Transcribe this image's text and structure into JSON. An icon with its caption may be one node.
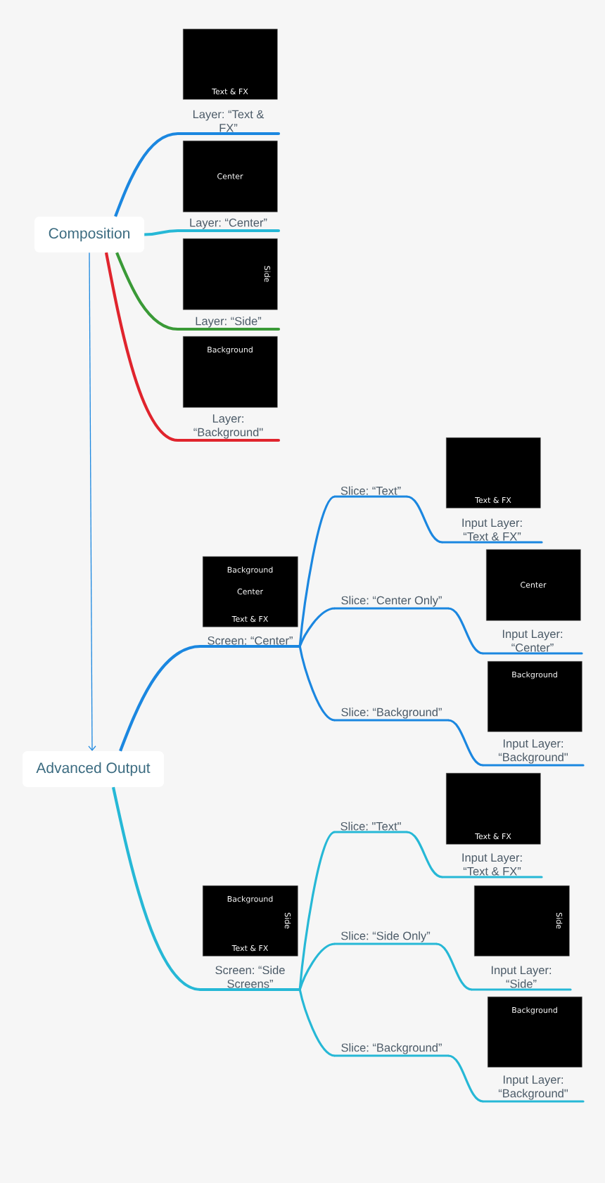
{
  "diagram": {
    "nodes": [
      {
        "text": [
          "Composition"
        ]
      },
      {
        "text": [
          "Text & FX"
        ]
      },
      {
        "text": [
          "Layer: “Text & FX”"
        ]
      },
      {
        "text": [
          "Center"
        ]
      },
      {
        "text": [
          "Layer: “Center”"
        ]
      },
      {
        "text": [
          "Side"
        ]
      },
      {
        "text": [
          "Layer: “Side”"
        ]
      },
      {
        "text": [
          "Background"
        ]
      },
      {
        "text": [
          "Layer: “Background\""
        ]
      },
      {
        "text": [
          "Advanced Output"
        ]
      },
      {
        "text": [
          "Background",
          "Center",
          "Text & FX"
        ]
      },
      {
        "text": [
          "Screen: “Center”"
        ]
      },
      {
        "text": [
          "Slice: “Text”"
        ]
      },
      {
        "text": [
          "Text & FX"
        ]
      },
      {
        "text": [
          "Input Layer: “Text & FX”"
        ]
      },
      {
        "text": [
          "Slice: “Center Only”"
        ]
      },
      {
        "text": [
          "Center"
        ]
      },
      {
        "text": [
          "Input Layer: “Center”"
        ]
      },
      {
        "text": [
          "Slice: “Background”"
        ]
      },
      {
        "text": [
          "Background"
        ]
      },
      {
        "text": [
          "Input Layer: “Background\""
        ]
      },
      {
        "text": [
          "Background",
          "Side",
          "Text & FX"
        ]
      },
      {
        "text": [
          "Screen: “Side Screens”"
        ]
      },
      {
        "text": [
          "Slice: \"Text\""
        ]
      },
      {
        "text": [
          "Text & FX"
        ]
      },
      {
        "text": [
          "Input Layer: “Text & FX”"
        ]
      },
      {
        "text": [
          "Slice: “Side Only”"
        ]
      },
      {
        "text": [
          "Side"
        ]
      },
      {
        "text": [
          "Input Layer: “Side”"
        ]
      },
      {
        "text": [
          "Slice: “Background”"
        ]
      },
      {
        "text": [
          "Background"
        ]
      },
      {
        "text": [
          "Input Layer: “Background\""
        ]
      }
    ],
    "edges": [
      {
        "from": 0,
        "to": 2,
        "arrow": "none"
      },
      {
        "from": 0,
        "to": 4,
        "arrow": "none",
        "color": "#26b8d6"
      },
      {
        "from": 0,
        "to": 6,
        "arrow": "none",
        "color": "#3a9a37"
      },
      {
        "from": 0,
        "to": 8,
        "arrow": "none",
        "color": "#e0242d"
      },
      {
        "from": 0,
        "to": 9,
        "arrow": "to"
      },
      {
        "from": 9,
        "to": 11,
        "arrow": "none"
      },
      {
        "from": 11,
        "to": 12,
        "arrow": "none"
      },
      {
        "from": 12,
        "to": 14,
        "arrow": "none"
      },
      {
        "from": 11,
        "to": 15,
        "arrow": "none"
      },
      {
        "from": 15,
        "to": 17,
        "arrow": "none"
      },
      {
        "from": 11,
        "to": 18,
        "arrow": "none"
      },
      {
        "from": 18,
        "to": 20,
        "arrow": "none"
      },
      {
        "from": 9,
        "to": 22,
        "arrow": "none",
        "color": "#26b8d6"
      },
      {
        "from": 22,
        "to": 23,
        "arrow": "none",
        "color": "#26b8d6"
      },
      {
        "from": 23,
        "to": 25,
        "arrow": "none",
        "color": "#26b8d6"
      },
      {
        "from": 22,
        "to": 26,
        "arrow": "none",
        "color": "#26b8d6"
      },
      {
        "from": 26,
        "to": 28,
        "arrow": "none",
        "color": "#26b8d6"
      },
      {
        "from": 22,
        "to": 29,
        "arrow": "none",
        "color": "#26b8d6"
      },
      {
        "from": 29,
        "to": 31,
        "arrow": "none",
        "color": "#26b8d6"
      }
    ]
  }
}
